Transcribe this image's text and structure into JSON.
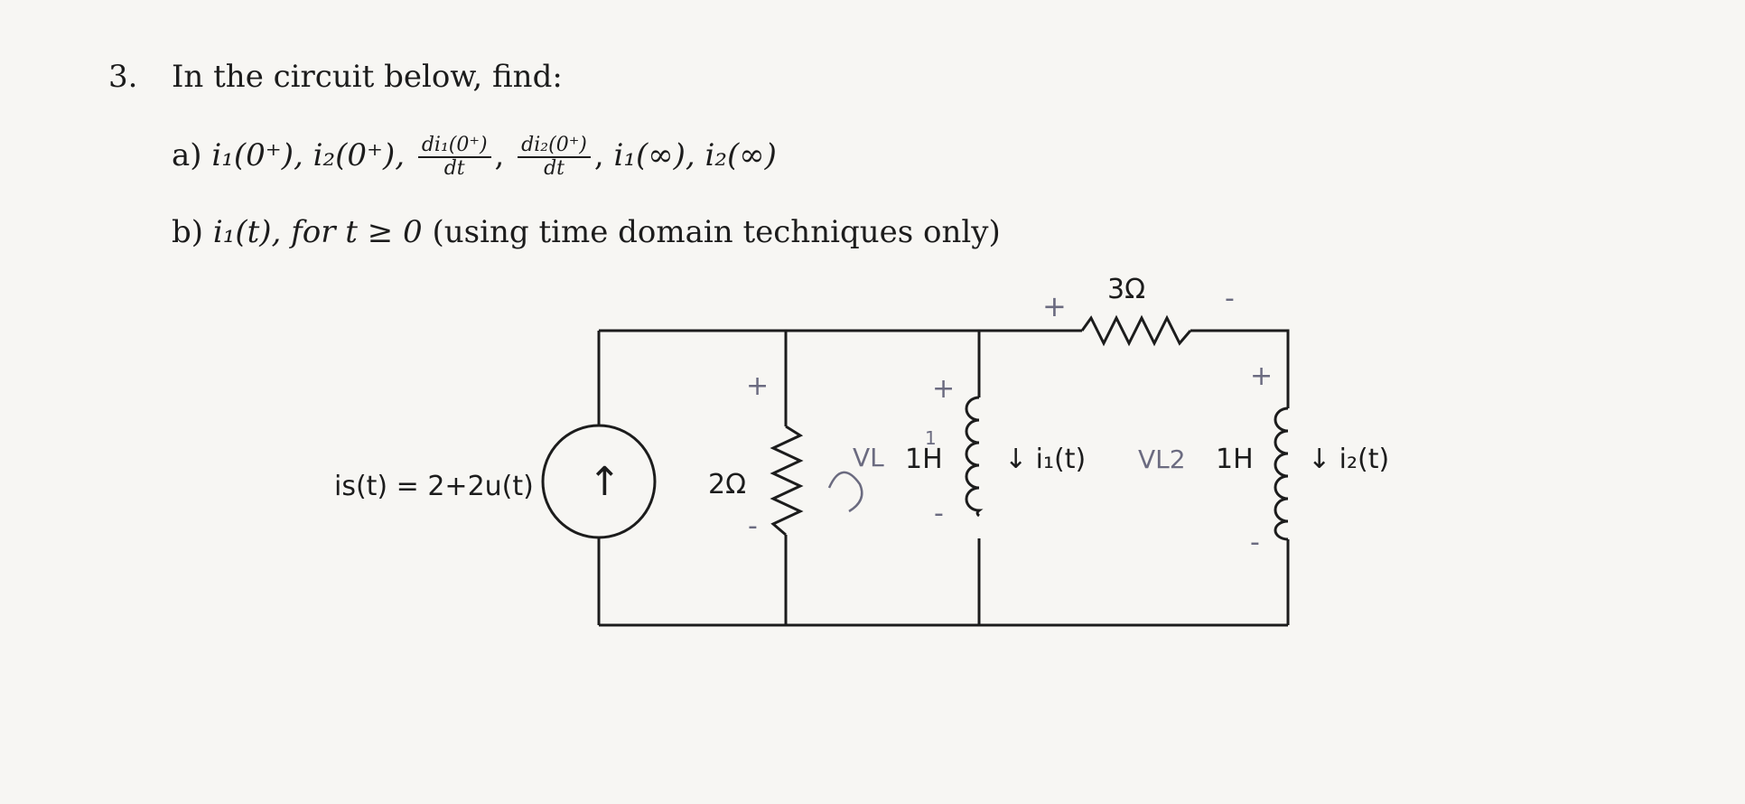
{
  "problem": {
    "number": "3.",
    "stem": "In the circuit below, find:",
    "part_a_label": "a)",
    "part_a_terms": [
      "i₁(0⁺),",
      "i₂(0⁺),"
    ],
    "part_a_frac1_num": "di₁(0⁺)",
    "part_a_frac2_num": "di₂(0⁺)",
    "frac_den": "dt",
    "frac_sep": ",",
    "part_a_tail": "i₁(∞), i₂(∞)",
    "part_b_label": "b)",
    "part_b_func": "i₁(t),",
    "part_b_cond": "for t ≥ 0",
    "part_b_text": "(using time domain techniques only)"
  },
  "circuit": {
    "source_label": "is(t) = 2+2u(t)",
    "source_arrow": "↑",
    "r1_label": "2Ω",
    "r2_label": "3Ω",
    "l1_label": "1H",
    "l2_label": "1H",
    "i1_label": "↓ i₁(t)",
    "i2_label": "↓ i₂(t)",
    "plus": "+",
    "minus": "-",
    "hand_vl1": "VL",
    "hand_vl1_sub": "1",
    "hand_vl2": "VL2",
    "hand_check": "?"
  }
}
